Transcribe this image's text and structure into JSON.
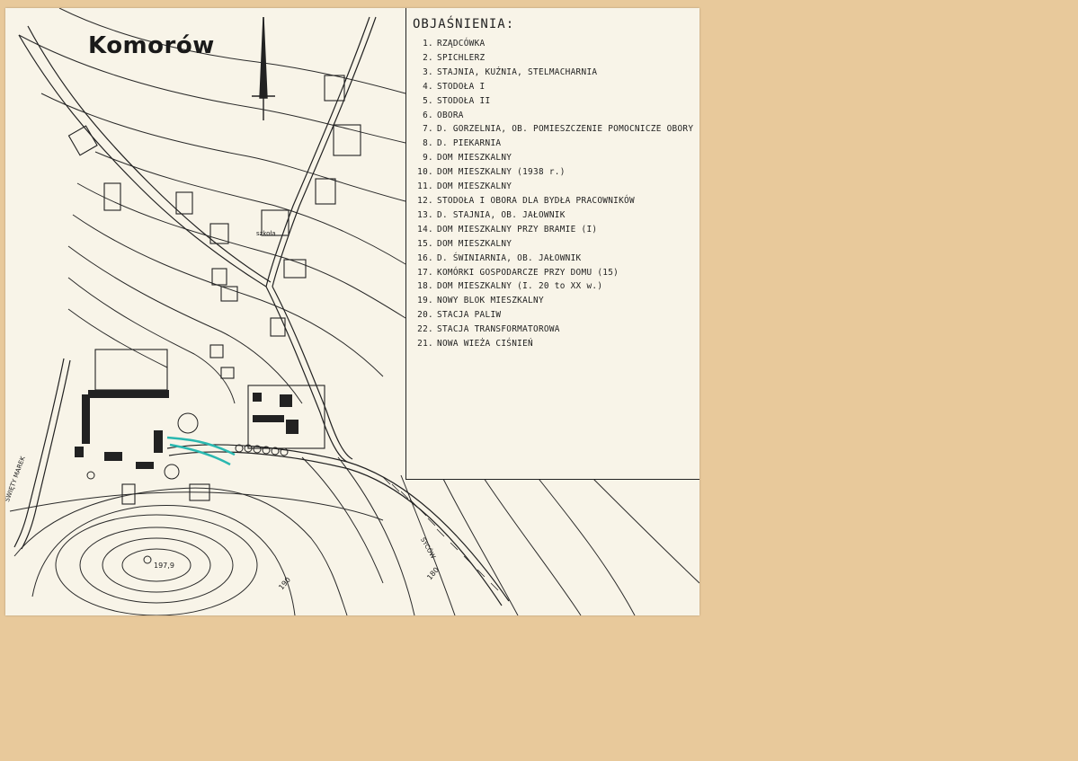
{
  "map": {
    "title": "Komorów",
    "legend_title": "OBJAŚNIENIA:",
    "legend": [
      {
        "num": "1.",
        "text": "RZĄDCÓWKA"
      },
      {
        "num": "2.",
        "text": "SPICHLERZ"
      },
      {
        "num": "3.",
        "text": "STAJNIA, KUŹNIA, STELMACHARNIA"
      },
      {
        "num": "4.",
        "text": "STODOŁA I"
      },
      {
        "num": "5.",
        "text": "STODOŁA II"
      },
      {
        "num": "6.",
        "text": "OBORA"
      },
      {
        "num": "7.",
        "text": "D. GORZELNIA, OB. POMIESZCZENIE POMOCNICZE OBORY"
      },
      {
        "num": "8.",
        "text": "D. PIEKARNIA"
      },
      {
        "num": "9.",
        "text": "DOM MIESZKALNY"
      },
      {
        "num": "10.",
        "text": "DOM MIESZKALNY (1938 r.)"
      },
      {
        "num": "11.",
        "text": "DOM MIESZKALNY"
      },
      {
        "num": "12.",
        "text": "STODOŁA I OBORA DLA BYDŁA PRACOWNIKÓW"
      },
      {
        "num": "13.",
        "text": "D. STAJNIA, OB. JAŁOWNIK"
      },
      {
        "num": "14.",
        "text": "DOM MIESZKALNY PRZY BRAMIE (I)"
      },
      {
        "num": "15.",
        "text": "DOM MIESZKALNY"
      },
      {
        "num": "16.",
        "text": "D. ŚWINIARNIA, OB. JAŁOWNIK"
      },
      {
        "num": "17.",
        "text": "KOMÓRKI GOSPODARCZE PRZY DOMU (15)"
      },
      {
        "num": "18.",
        "text": "DOM MIESZKALNY (I. 20 to XX w.)"
      },
      {
        "num": "19.",
        "text": "NOWY BLOK MIESZKALNY"
      },
      {
        "num": "20.",
        "text": "STACJA PALIW"
      },
      {
        "num": "22.",
        "text": "STACJA TRANSFORMATOROWA"
      },
      {
        "num": "21.",
        "text": "NOWA WIEŻA CIŚNIEŃ"
      }
    ],
    "labels": {
      "school": "szkoła",
      "road_west": "ŚWIĘTY MAREK",
      "road_southeast": "SYCÓW",
      "elevation_peak": "197,9",
      "contour_190": "190",
      "contour_180": "180"
    },
    "colors": {
      "paper": "#f8f4e8",
      "background": "#e8c99b",
      "ink": "#1e1e1e",
      "highlight": "#2ab8b0"
    }
  }
}
